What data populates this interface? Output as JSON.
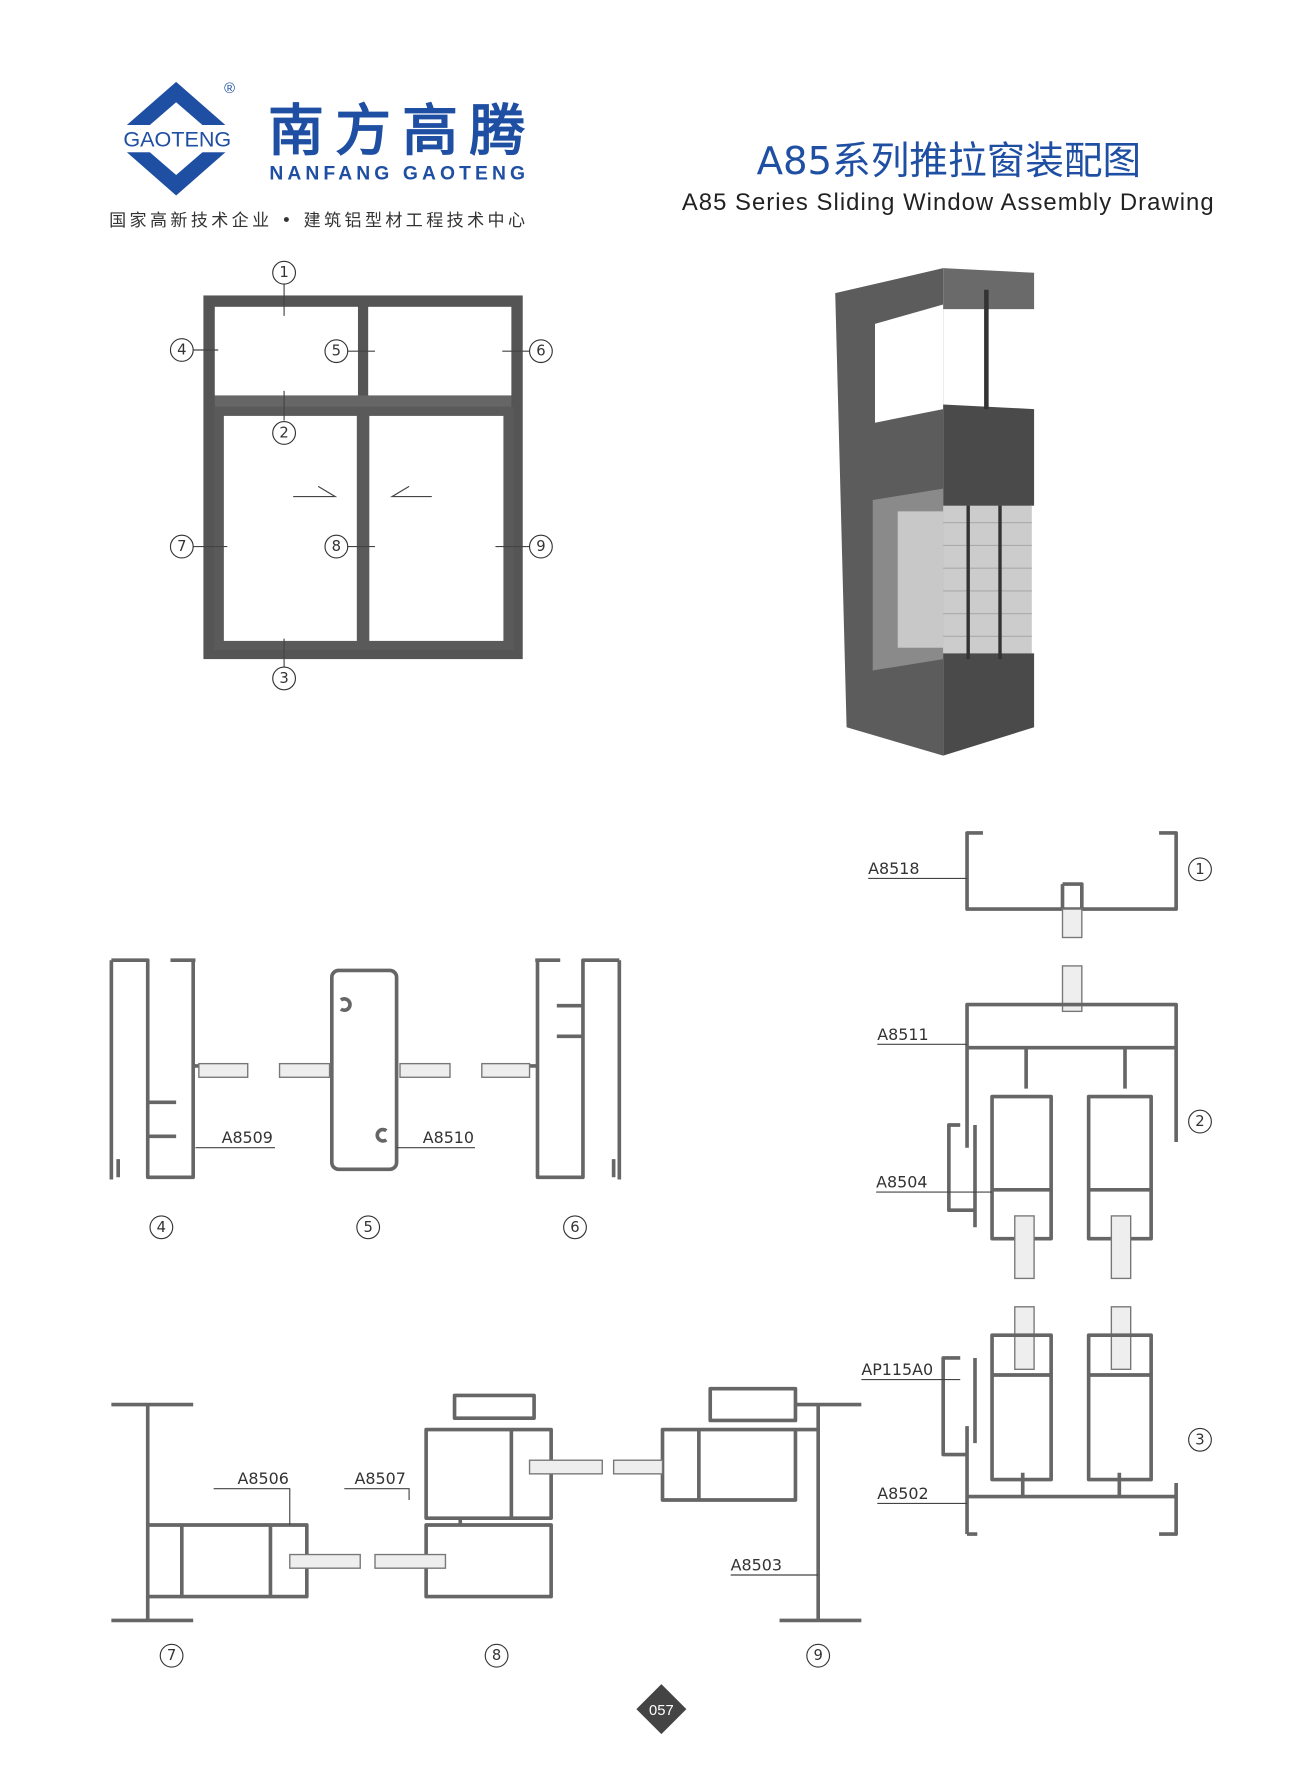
{
  "brand": {
    "logo_text": "GAOTENG",
    "registered_mark": "®",
    "name_cn": "南方高腾",
    "name_en": "NANFANG GAOTENG",
    "tagline": "国家高新技术企业 • 建筑铝型材工程技术中心"
  },
  "title": {
    "cn": "A85系列推拉窗装配图",
    "en": "A85 Series Sliding Window Assembly Drawing"
  },
  "callouts": [
    "1",
    "2",
    "3",
    "4",
    "5",
    "6",
    "7",
    "8",
    "9"
  ],
  "parts": {
    "a8509": "A8509",
    "a8510": "A8510",
    "a8518": "A8518",
    "a8511": "A8511",
    "a8504": "A8504",
    "ap115a0": "AP115A0",
    "a8502": "A8502",
    "a8506": "A8506",
    "a8507": "A8507",
    "a8503": "A8503"
  },
  "page_number": "057",
  "colors": {
    "brand_blue": "#1e4fa3",
    "profile_gray": "#666666"
  }
}
